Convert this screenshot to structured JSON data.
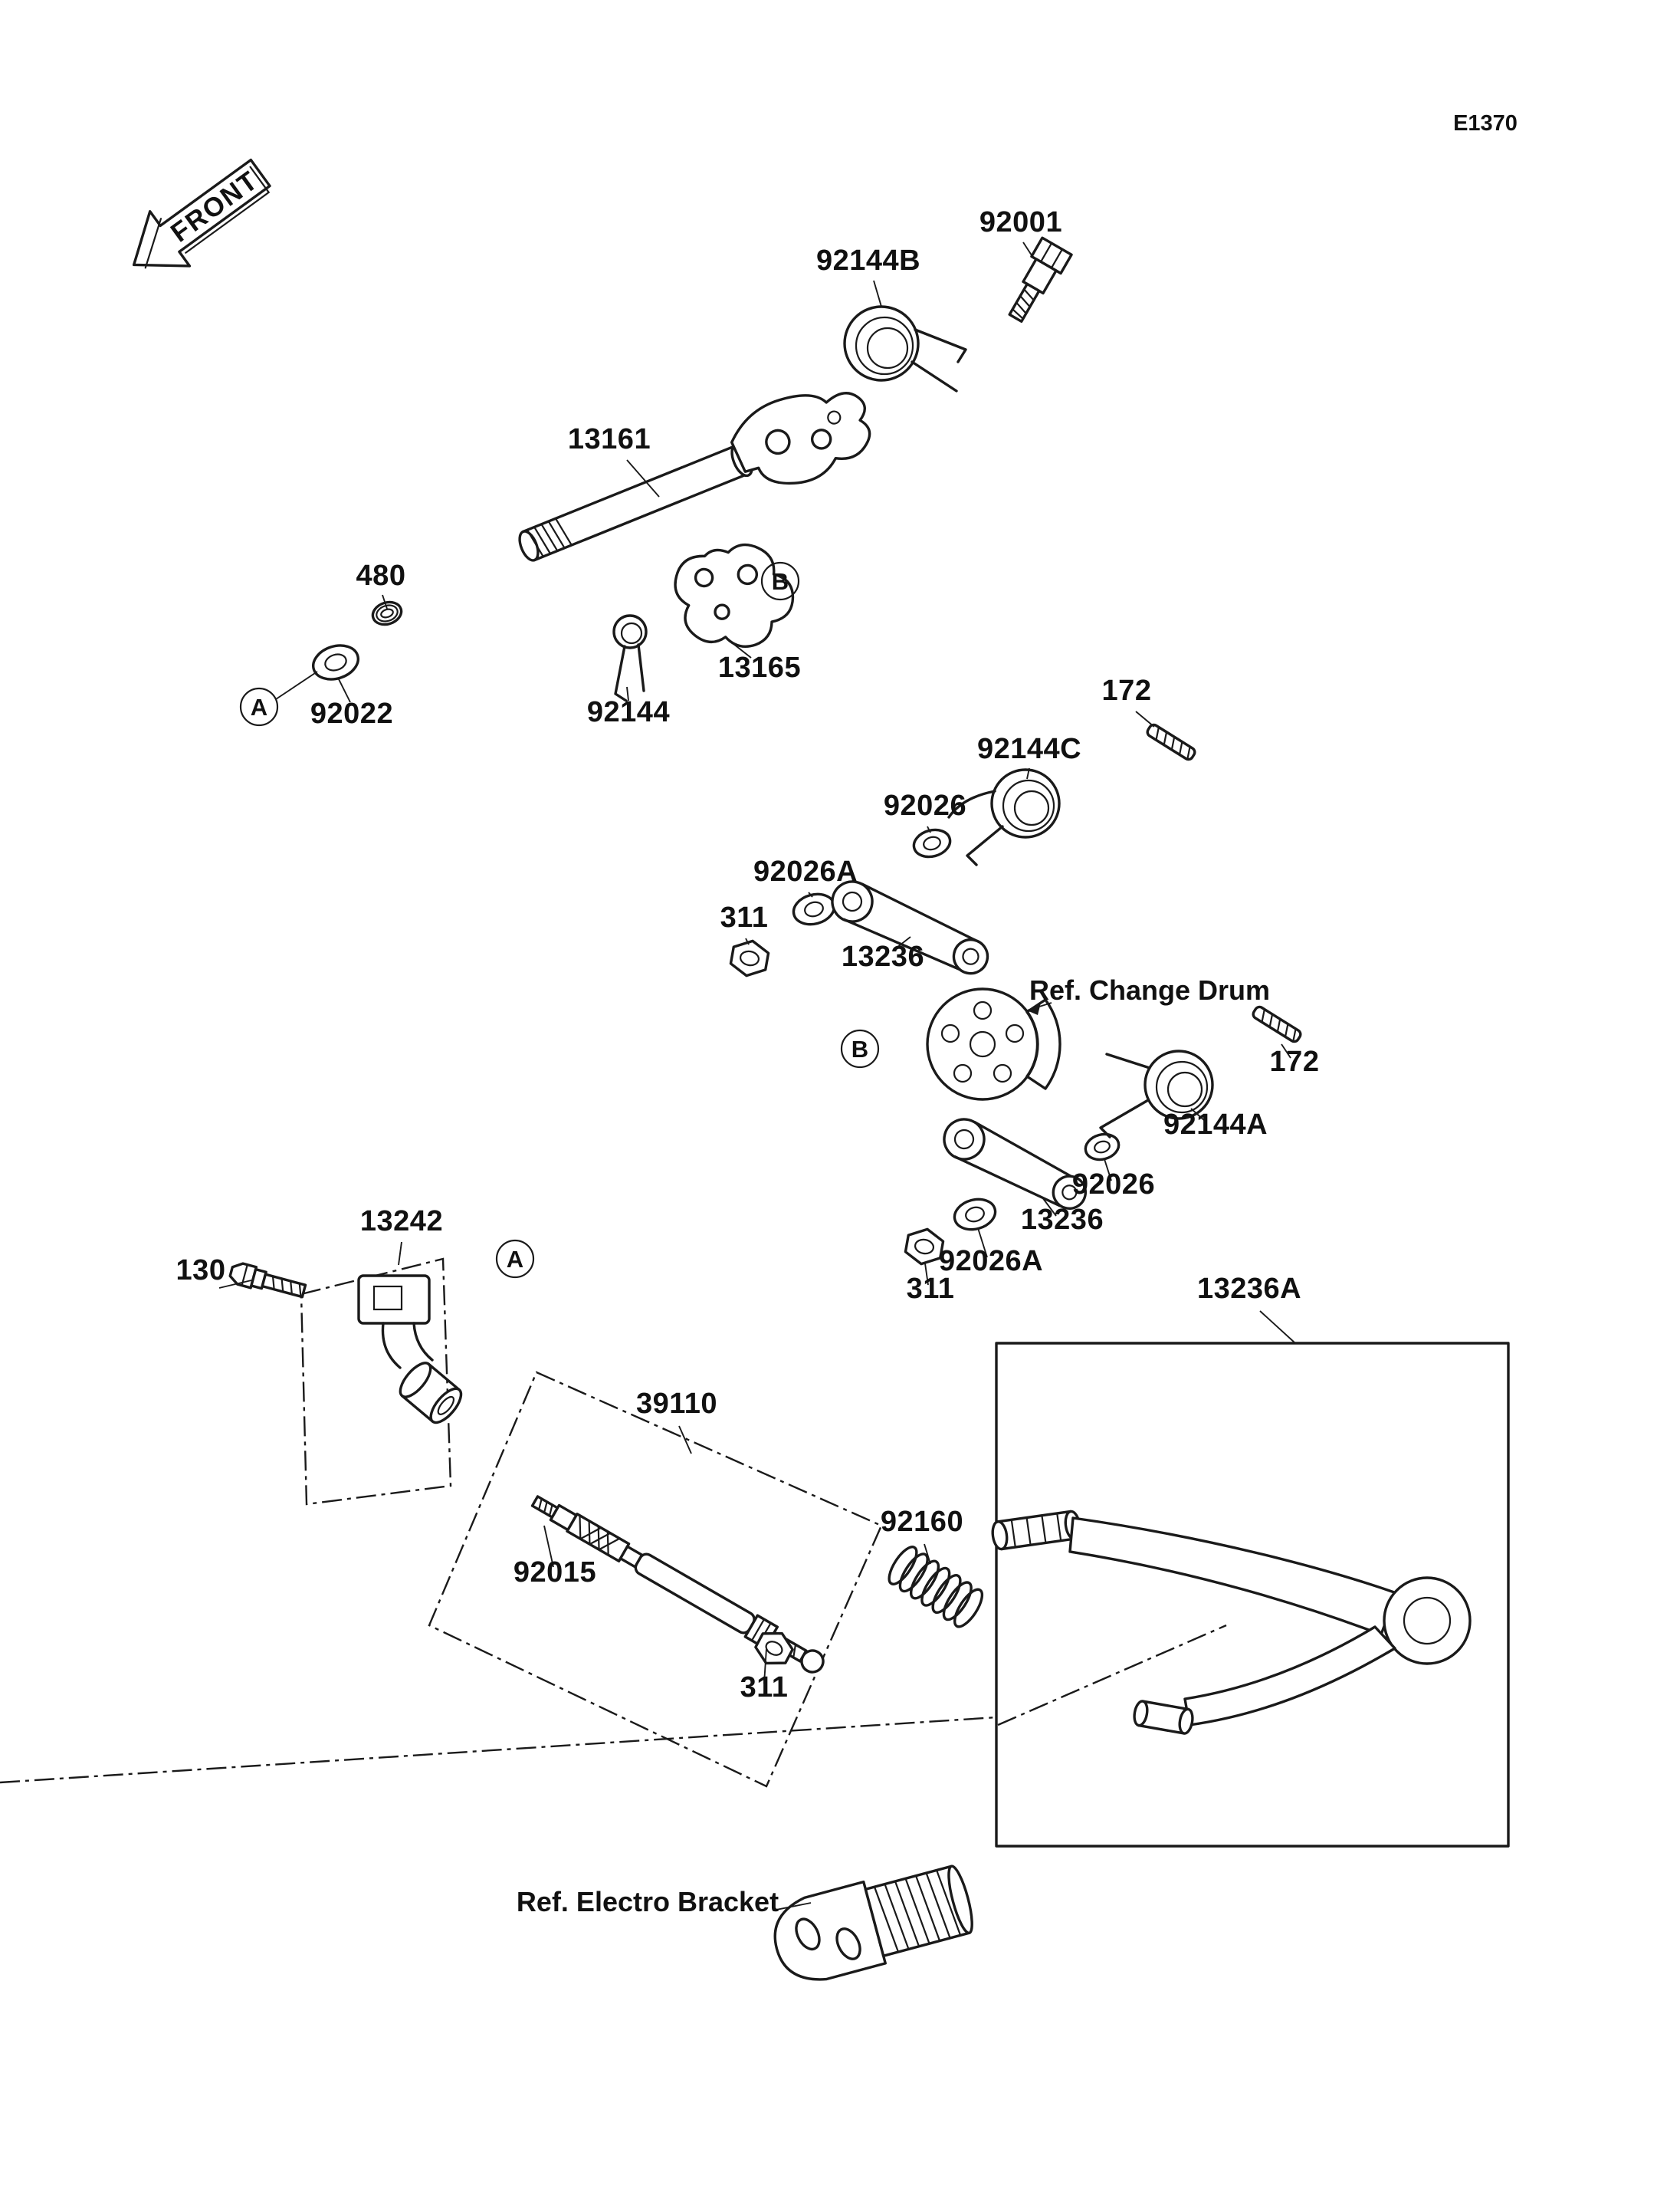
{
  "page": {
    "code": "E1370",
    "ink": "#1a1a1a"
  },
  "front": {
    "label": "FRONT"
  },
  "callouts": {
    "a": "A",
    "b": "B"
  },
  "labels": {
    "92001": "92001",
    "92144B": "92144B",
    "13161": "13161",
    "480": "480",
    "92022": "92022",
    "92144": "92144",
    "13165": "13165",
    "172": "172",
    "92144C": "92144C",
    "92026": "92026",
    "92026A": "92026A",
    "311": "311",
    "13236": "13236",
    "92144A": "92144A",
    "13242": "13242",
    "130": "130",
    "13236A": "13236A",
    "39110": "39110",
    "92015": "92015",
    "92160": "92160"
  },
  "references": {
    "change_drum": "Ref. Change Drum",
    "electro_bracket": "Ref. Electro Bracket"
  }
}
